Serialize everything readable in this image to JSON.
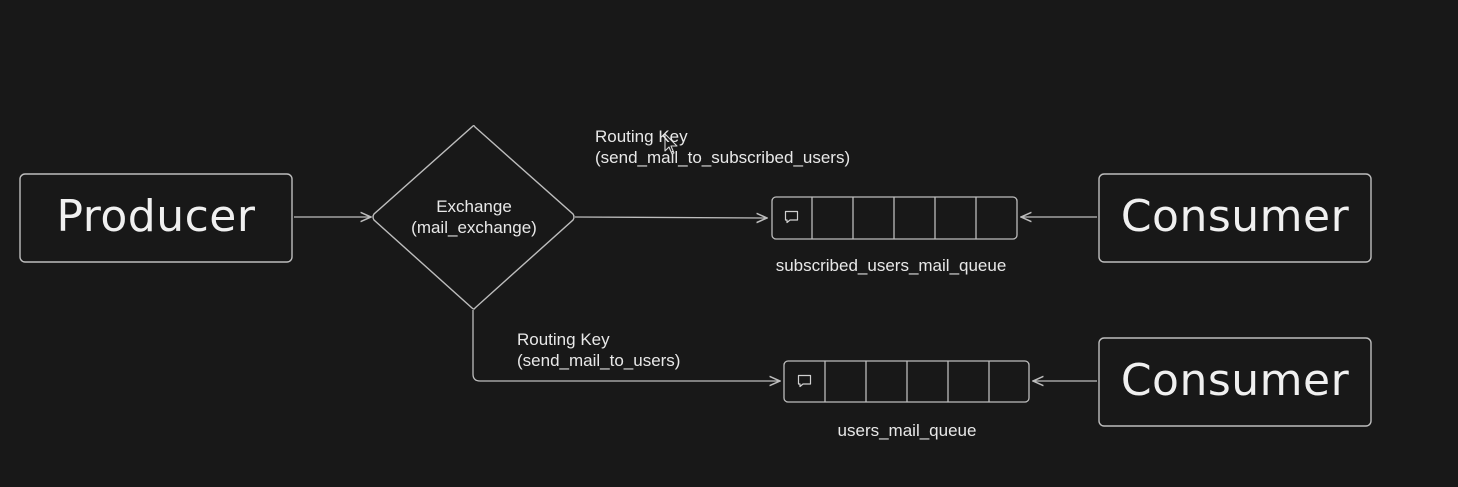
{
  "diagram": {
    "producer": {
      "label": "Producer"
    },
    "exchange": {
      "title": "Exchange",
      "name": "(mail_exchange)"
    },
    "routes": [
      {
        "routing_key_title": "Routing Key",
        "routing_key": "(send_mail_to_subscribed_users)",
        "queue": "subscribed_users_mail_queue",
        "consumer": "Consumer"
      },
      {
        "routing_key_title": "Routing Key",
        "routing_key": "(send_mail_to_users)",
        "queue": "users_mail_queue",
        "consumer": "Consumer"
      }
    ]
  },
  "colors": {
    "background": "#181818",
    "stroke": "#bdbdbd",
    "text": "#e8e8e8"
  },
  "icons": [
    "message-icon",
    "cursor-icon"
  ]
}
